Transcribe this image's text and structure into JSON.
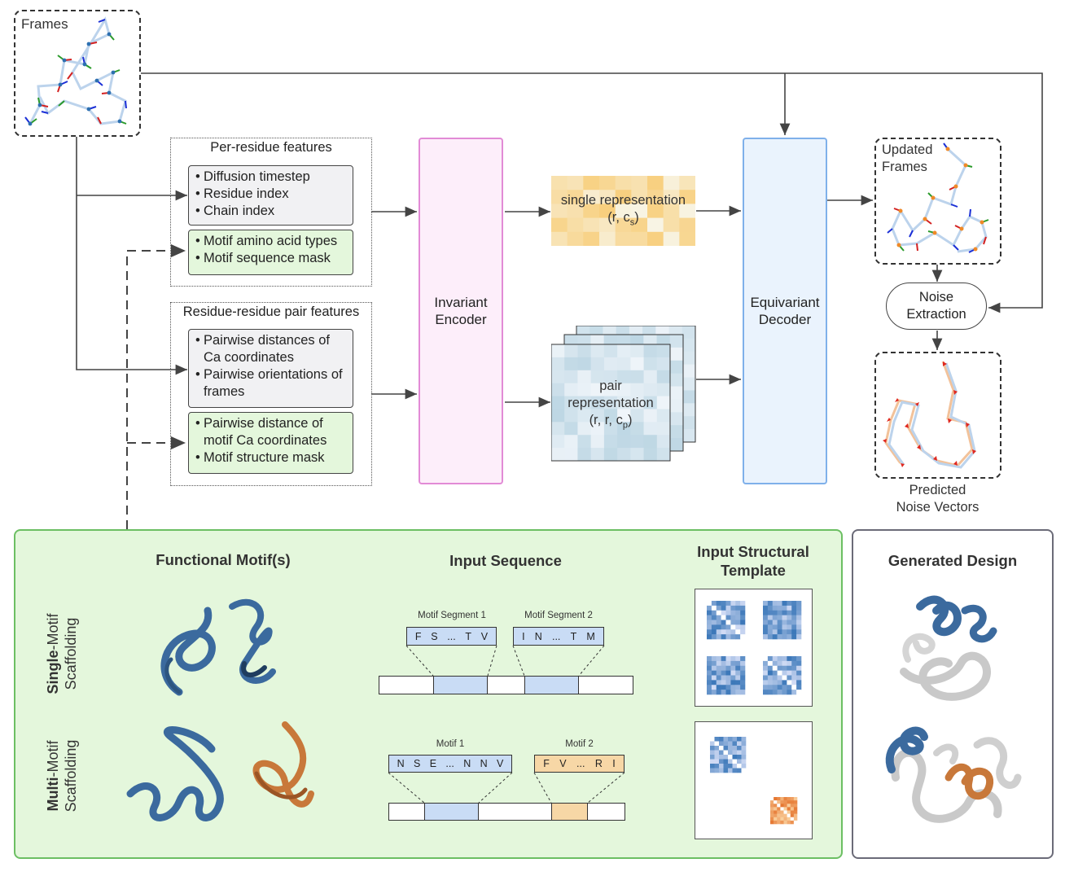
{
  "frames": {
    "label": "Frames"
  },
  "per_residue": {
    "title": "Per-residue features",
    "generic": [
      "Diffusion timestep",
      "Residue index",
      "Chain index"
    ],
    "motif": [
      "Motif amino acid types",
      "Motif sequence mask"
    ]
  },
  "pair_features": {
    "title": "Residue-residue pair features",
    "generic_1": "Pairwise distances of Ca coordinates",
    "generic_2": "Pairwise orientations of frames",
    "motif_1": "Pairwise distance of motif Ca coordinates",
    "motif_2": "Motif structure mask"
  },
  "encoder": {
    "line1": "Invariant",
    "line2": "Encoder"
  },
  "decoder": {
    "line1": "Equivariant",
    "line2": "Decoder"
  },
  "single_rep": {
    "line1": "single representation",
    "line2_pre": "(r, c",
    "line2_sub": "s",
    "line2_post": ")"
  },
  "pair_rep": {
    "line1": "pair",
    "line2": "representation",
    "line3_pre": "(r, r, c",
    "line3_sub": "p",
    "line3_post": ")"
  },
  "updated_frames": {
    "line1": "Updated",
    "line2": "Frames"
  },
  "noise_extraction": {
    "line1": "Noise",
    "line2": "Extraction"
  },
  "predicted_noise": {
    "line1": "Predicted",
    "line2": "Noise Vectors"
  },
  "bottom": {
    "functional_motifs": "Functional Motif(s)",
    "input_sequence": "Input Sequence",
    "input_template_1": "Input Structural",
    "input_template_2": "Template",
    "generated_design": "Generated Design",
    "single_bold": "Single",
    "single_rest": "-Motif",
    "single_line2": "Scaffolding",
    "multi_bold": "Multi",
    "multi_rest": "-Motif",
    "multi_line2": "Scaffolding",
    "seg1_label": "Motif Segment 1",
    "seg1_residues": [
      "F",
      "S",
      "...",
      "T",
      "V"
    ],
    "seg2_label": "Motif Segment 2",
    "seg2_residues": [
      "I",
      "N",
      "...",
      "T",
      "M"
    ],
    "motif1_label": "Motif 1",
    "motif1_residues": [
      "N",
      "S",
      "E",
      "...",
      "N",
      "N",
      "V"
    ],
    "motif2_label": "Motif 2",
    "motif2_residues": [
      "F",
      "V",
      "...",
      "R",
      "I"
    ]
  },
  "colors": {
    "encoder_border": "#e28bd6",
    "encoder_fill": "#fdeefa",
    "decoder_border": "#7fb0ea",
    "decoder_fill": "#eaf3fd",
    "bottom_border": "#6cbf63",
    "bottom_fill": "#e4f7dc",
    "motif_blue": "#3b6a9e",
    "motif_orange": "#c8783a",
    "seq_blue": "#c9dcf5",
    "seq_orange": "#f7d7a6"
  }
}
